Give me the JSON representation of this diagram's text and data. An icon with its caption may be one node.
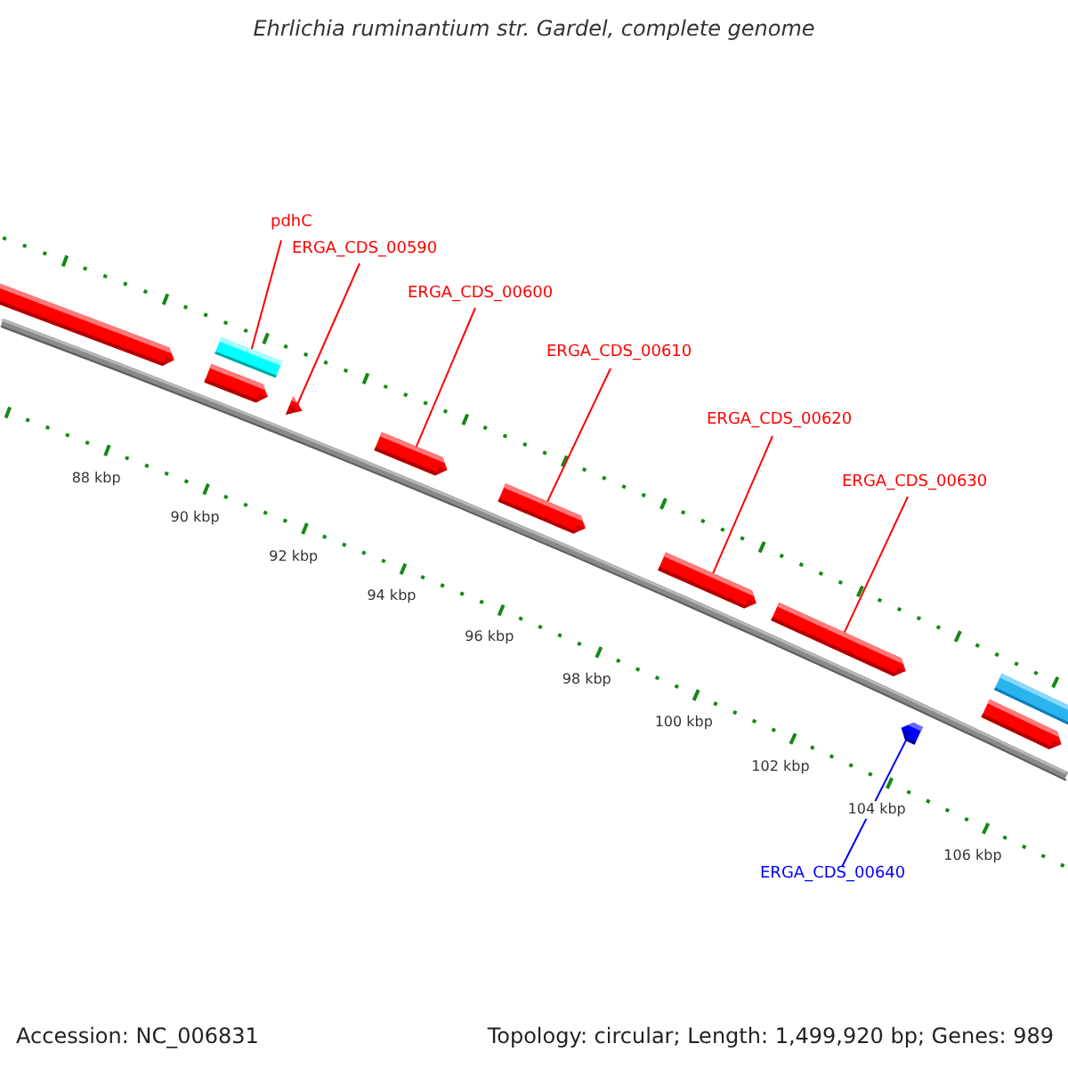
{
  "diagram": {
    "title": "Ehrlichia ruminantium str. Gardel, complete genome",
    "nodes": [
      {
        "text": [
          "pdhC"
        ]
      },
      {
        "text": [
          "ERGA_CDS_00590"
        ]
      },
      {
        "text": [
          "ERGA_CDS_00600"
        ]
      },
      {
        "text": [
          "ERGA_CDS_00610"
        ]
      },
      {
        "text": [
          "ERGA_CDS_00620"
        ]
      },
      {
        "text": [
          "ERGA_CDS_00630"
        ]
      },
      {
        "text": [],
        "shape": "pentagon"
      },
      {
        "text": [],
        "shape": "bar"
      },
      {
        "text": [],
        "shape": "pentagon"
      },
      {
        "text": [],
        "shape": "triangle"
      },
      {
        "text": [],
        "shape": "pentagon"
      },
      {
        "text": [],
        "shape": "pentagon"
      },
      {
        "text": [],
        "shape": "pentagon"
      },
      {
        "text": [],
        "shape": "pentagon"
      },
      {
        "text": [],
        "shape": "pentagon"
      },
      {
        "text": [],
        "shape": "bar"
      },
      {
        "text": [],
        "shape": "pentagon"
      },
      {
        "text": [
          "ERGA_CDS_00640"
        ]
      }
    ],
    "edges": [
      {
        "from": 0,
        "to": 7,
        "arrow": "none"
      },
      {
        "from": 1,
        "to": 9,
        "arrow": "none"
      },
      {
        "from": 2,
        "to": 10,
        "arrow": "none"
      },
      {
        "from": 3,
        "to": 11,
        "arrow": "none"
      },
      {
        "from": 4,
        "to": 12,
        "arrow": "none"
      },
      {
        "from": 5,
        "to": 13,
        "arrow": "none"
      },
      {
        "from": 17,
        "to": 14,
        "arrow": "none",
        "color": "#0000ff"
      }
    ],
    "labels": [
      "88 kbp",
      "90 kbp",
      "92 kbp",
      "94 kbp",
      "96 kbp",
      "98 kbp",
      "100 kbp",
      "102 kbp",
      "104 kbp",
      "106 kbp",
      "Accession: NC_006831",
      "Topology: circular; Length: 1,499,920 bp; Genes: 989"
    ]
  }
}
